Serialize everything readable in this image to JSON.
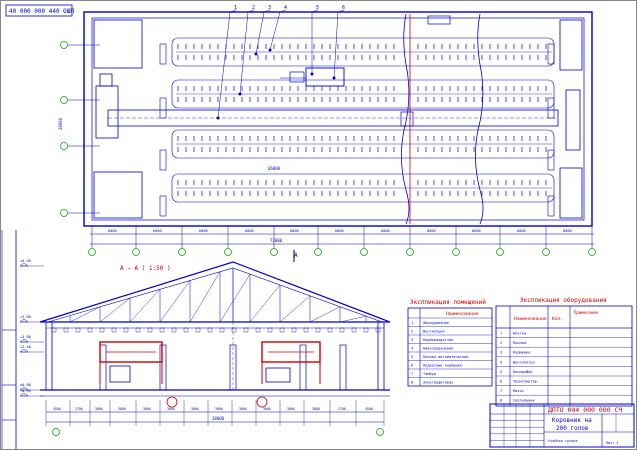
{
  "doc_code_top": "40 000 000 440 ОШП",
  "section_label": "А — А ( 1:50 )",
  "plan_dim_total": "72000",
  "plan_dim_inner": "66000",
  "plan_width": "18000",
  "bottom_dims": [
    "6000",
    "6000",
    "6000",
    "6000",
    "6000",
    "6000",
    "6000",
    "6000",
    "6000",
    "6000",
    "6000",
    "6000"
  ],
  "section_dims": [
    "4500",
    "2700",
    "3000",
    "3000",
    "3000",
    "3000",
    "3000",
    "3000",
    "3000",
    "3000",
    "3000",
    "3000",
    "2700",
    "4500"
  ],
  "section_total": "18000",
  "level_marks": [
    "+6.50",
    "+3.60",
    "+3.00",
    "+2.40",
    "±0.00",
    "-0.50"
  ],
  "callouts": [
    "1",
    "2",
    "3",
    "4",
    "5",
    "6"
  ],
  "spec_left": {
    "title": "Экспликация помещений",
    "header_no": "",
    "header_name": "Наименование",
    "rows": [
      "Оборудование",
      "Вентиляция",
      "Кормораздатчик",
      "Навозоудаление",
      "Поилки автоматические",
      "Подвесные кормушки",
      "Тамбур",
      "Электрощитовая"
    ]
  },
  "spec_right": {
    "title": "Экспликация оборудования",
    "header_name": "Наименование",
    "header_qty": "Кол.",
    "header_note": "Примечание",
    "rows": [
      "Клетка",
      "Поилка",
      "Кормушка",
      "Вентилятор",
      "Калорифер",
      "Транспортёр",
      "Насос",
      "Светильник"
    ]
  },
  "title_block": {
    "code": "ДПТО 044 000 000 СЧ",
    "name_line1": "Коровник на",
    "name_line2": "200 голов",
    "org": "Учебная группа",
    "sheet": "Лист 1"
  }
}
